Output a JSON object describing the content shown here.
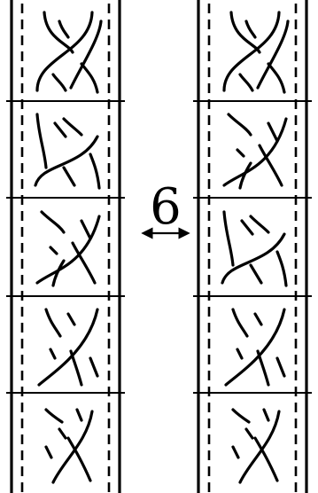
{
  "move": {
    "label": "6",
    "arrow_icon": "double-headed-arrow-icon"
  },
  "diagrams": {
    "left": {
      "panels": 5
    },
    "right": {
      "panels": 5
    }
  }
}
